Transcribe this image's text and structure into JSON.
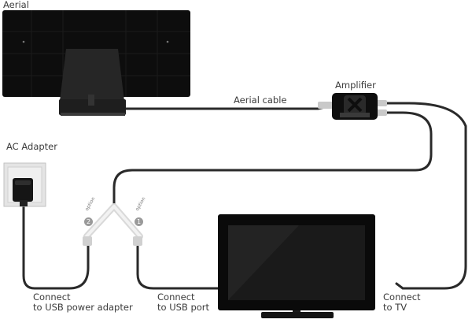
{
  "labels": {
    "aerial": "Aerial",
    "amplifier": "Amplifier",
    "aerial_cable": "Aerial cable",
    "ac_adapter": "AC Adapter",
    "connect_usb_power_adapter_line1": "Connect",
    "connect_usb_power_adapter_line2": "to USB power adapter",
    "connect_usb_port_line1": "Connect",
    "connect_usb_port_line2": "to USB port",
    "connect_tv_line1": "Connect",
    "connect_tv_line2": "to TV"
  },
  "options": {
    "option_2_number": "2",
    "option_2_text": "option",
    "option_1_number": "1",
    "option_1_text": "option"
  },
  "colors": {
    "cable": "#2a2a2a",
    "device": "#111111",
    "connector": "#c9c9c9",
    "badge": "#9a9a9a"
  }
}
